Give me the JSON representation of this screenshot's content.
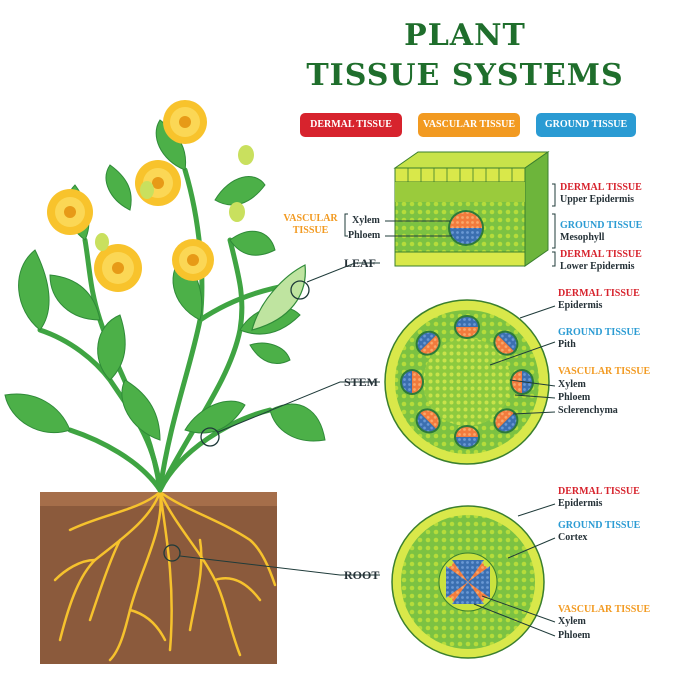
{
  "title": {
    "line1": "PLANT",
    "line2": "TISSUE SYSTEMS"
  },
  "legend": {
    "dermal": "DERMAL TISSUE",
    "vascular": "VASCULAR TISSUE",
    "ground": "GROUND TISSUE"
  },
  "colors": {
    "dermal": "#d7232d",
    "vascular": "#f29a21",
    "ground": "#2a9bd3",
    "title": "#1f6e2c",
    "soil": "#8b5a3c",
    "root": "#f6c22d"
  },
  "parts": {
    "leaf": "LEAF",
    "stem": "STEM",
    "root": "ROOT"
  },
  "leaf_section": {
    "vascular_label": "VASCULAR TISSUE",
    "xylem": "Xylem",
    "phloem": "Phloem",
    "dermal_upper_header": "DERMAL TISSUE",
    "dermal_upper": "Upper Epidermis",
    "ground_header": "GROUND TISSUE",
    "ground": "Mesophyll",
    "dermal_lower_header": "DERMAL TISSUE",
    "dermal_lower": "Lower Epidermis"
  },
  "stem_section": {
    "dermal_header": "DERMAL TISSUE",
    "dermal": "Epidermis",
    "ground_header": "GROUND TISSUE",
    "ground": "Pith",
    "vascular_header": "VASCULAR TISSUE",
    "xylem": "Xylem",
    "phloem": "Phloem",
    "sclerenchyma": "Sclerenchyma"
  },
  "root_section": {
    "dermal_header": "DERMAL TISSUE",
    "dermal": "Epidermis",
    "ground_header": "GROUND TISSUE",
    "ground": "Cortex",
    "vascular_header": "VASCULAR TISSUE",
    "xylem": "Xylem",
    "phloem": "Phloem"
  }
}
